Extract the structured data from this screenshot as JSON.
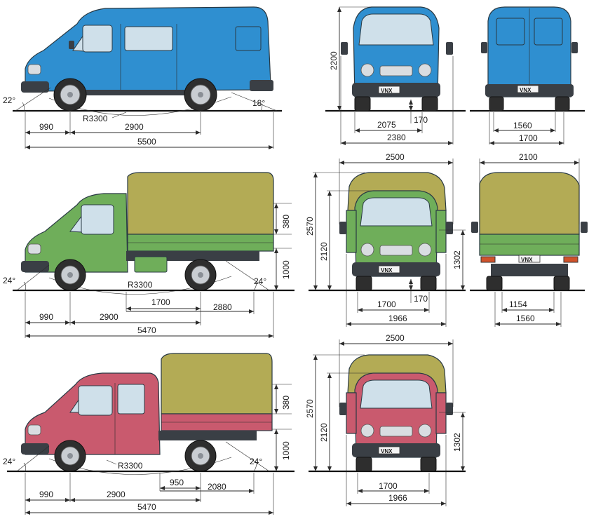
{
  "colors": {
    "van_body": "#2f8fd0",
    "pickup_body": "#6fae5a",
    "crew_body": "#c95a6e",
    "tarp": "#b3ab55"
  },
  "labels": {
    "plate": "VNX",
    "van_side": {
      "approach_angle": "22°",
      "departure_angle": "18°",
      "turn_radius": "R3300",
      "front_overhang": "990",
      "wheelbase": "2900",
      "overall_length": "5500"
    },
    "van_front": {
      "height": "2200",
      "track": "2075",
      "clearance": "170",
      "width": "2380"
    },
    "van_rear": {
      "track": "1560",
      "width": "1700"
    },
    "pickup_side": {
      "approach_angle": "24°",
      "departure_angle": "24°",
      "turn_radius": "R3300",
      "tarp_height": "380",
      "platform_height": "1000",
      "front_overhang": "990",
      "wheelbase": "2900",
      "rear_axle_to_platform": "1700",
      "platform_length": "2880",
      "overall_length": "5470"
    },
    "pickup_front": {
      "top_width": "2500",
      "overall_height": "2570",
      "cab_height": "2120",
      "platform_height": "1302",
      "track": "1700",
      "clearance": "170",
      "width": "1966"
    },
    "pickup_rear": {
      "top_width": "2100",
      "track": "1154",
      "width": "1560"
    },
    "crew_side": {
      "approach_angle": "24°",
      "departure_angle": "24°",
      "turn_radius": "R3300",
      "tarp_height": "380",
      "platform_height": "1000",
      "front_overhang": "990",
      "wheelbase": "2900",
      "rear_axle_to_platform": "950",
      "platform_length": "2080",
      "overall_length": "5470"
    },
    "crew_front": {
      "top_width": "2500",
      "overall_height": "2570",
      "cab_height": "2120",
      "platform_height": "1302",
      "track": "1700",
      "width": "1966"
    }
  }
}
